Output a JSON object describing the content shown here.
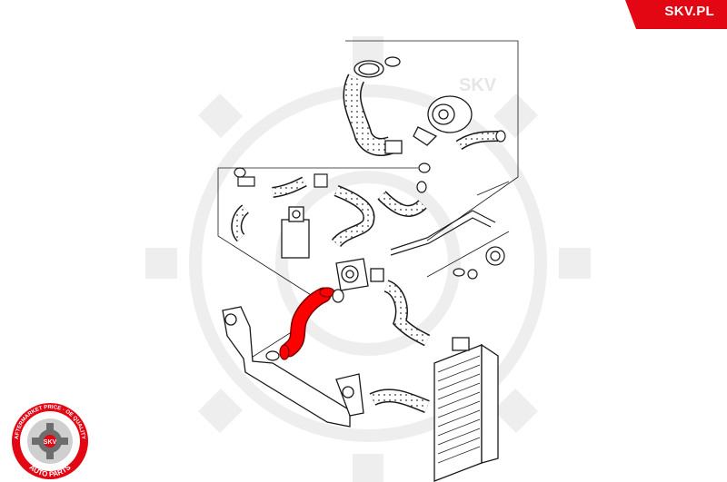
{
  "brand": {
    "tab_text": "SKV.PL",
    "watermark_text": "SKV",
    "badge_ring_text": "AFTERMARKET PRICE · OE QUALITY",
    "badge_center_text": "SKV",
    "badge_bottom_text": "AUTO PARTS"
  },
  "colors": {
    "brand_red": "#e30613",
    "highlight_part": "#ff0000",
    "line_art": "#1a1a1a",
    "watermark": "#f1f1f1"
  },
  "diagram": {
    "subject": "intercooler charge air hose assembly",
    "highlighted_part": "charge-air-hose"
  }
}
